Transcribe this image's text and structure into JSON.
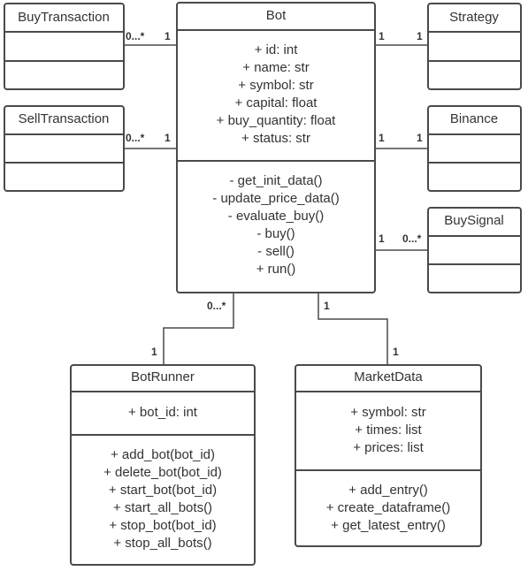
{
  "classes": {
    "bot": {
      "name": "Bot",
      "attributes": [
        "+ id: int",
        "+ name: str",
        "+ symbol: str",
        "+ capital: float",
        "+ buy_quantity: float",
        "+ status: str"
      ],
      "methods": [
        "- get_init_data()",
        "- update_price_data()",
        "- evaluate_buy()",
        "- buy()",
        "- sell()",
        "+ run()"
      ]
    },
    "buy_transaction": {
      "name": "BuyTransaction"
    },
    "sell_transaction": {
      "name": "SellTransaction"
    },
    "strategy": {
      "name": "Strategy"
    },
    "binance": {
      "name": "Binance"
    },
    "buy_signal": {
      "name": "BuySignal"
    },
    "bot_runner": {
      "name": "BotRunner",
      "attributes": [
        "+ bot_id: int"
      ],
      "methods": [
        "+ add_bot(bot_id)",
        "+ delete_bot(bot_id)",
        "+ start_bot(bot_id)",
        "+ start_all_bots()",
        "+ stop_bot(bot_id)",
        "+ stop_all_bots()"
      ]
    },
    "market_data": {
      "name": "MarketData",
      "attributes": [
        "+ symbol: str",
        "+ times: list",
        "+ prices: list"
      ],
      "methods": [
        "+ add_entry()",
        "+ create_dataframe()",
        "+ get_latest_entry()"
      ]
    }
  },
  "associations": {
    "bot_buytransaction": {
      "near": "0...*",
      "far": "1"
    },
    "bot_selltransaction": {
      "near": "0...*",
      "far": "1"
    },
    "bot_strategy": {
      "near": "1",
      "far": "1"
    },
    "bot_binance": {
      "near": "1",
      "far": "1"
    },
    "bot_buysignal": {
      "near": "1",
      "far": "0...*"
    },
    "bot_botrunner": {
      "near": "0...*",
      "far": "1"
    },
    "bot_marketdata": {
      "near": "1",
      "far": "1"
    }
  }
}
